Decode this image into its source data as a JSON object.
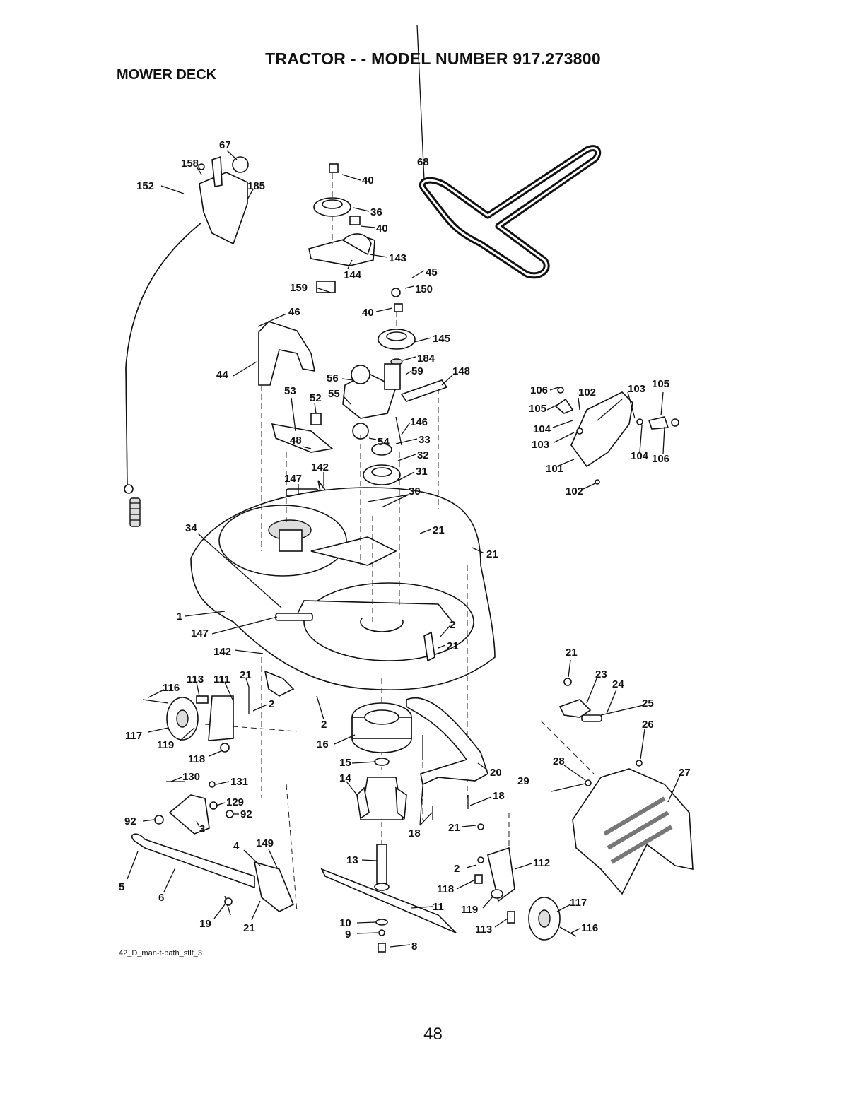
{
  "header": {
    "title": "TRACTOR - - MODEL NUMBER 917.273800",
    "subtitle": "MOWER DECK"
  },
  "footer": {
    "drawing_code": "42_D_man-t-path_stlt_3",
    "page_number": "48"
  },
  "callouts": [
    {
      "id": "c67",
      "text": "67"
    },
    {
      "id": "c158",
      "text": "158"
    },
    {
      "id": "c185",
      "text": "185"
    },
    {
      "id": "c152",
      "text": "152"
    },
    {
      "id": "c40a",
      "text": "40"
    },
    {
      "id": "c36",
      "text": "36"
    },
    {
      "id": "c40b",
      "text": "40"
    },
    {
      "id": "c143",
      "text": "143"
    },
    {
      "id": "c144",
      "text": "144"
    },
    {
      "id": "c159",
      "text": "159"
    },
    {
      "id": "c45",
      "text": "45"
    },
    {
      "id": "c150",
      "text": "150"
    },
    {
      "id": "c40c",
      "text": "40"
    },
    {
      "id": "c68",
      "text": "68"
    },
    {
      "id": "c46",
      "text": "46"
    },
    {
      "id": "c44",
      "text": "44"
    },
    {
      "id": "c145",
      "text": "145"
    },
    {
      "id": "c184",
      "text": "184"
    },
    {
      "id": "c56",
      "text": "56"
    },
    {
      "id": "c59",
      "text": "59"
    },
    {
      "id": "c148",
      "text": "148"
    },
    {
      "id": "c53",
      "text": "53"
    },
    {
      "id": "c52",
      "text": "52"
    },
    {
      "id": "c55",
      "text": "55"
    },
    {
      "id": "c146",
      "text": "146"
    },
    {
      "id": "c48",
      "text": "48"
    },
    {
      "id": "c54",
      "text": "54"
    },
    {
      "id": "c33",
      "text": "33"
    },
    {
      "id": "c32",
      "text": "32"
    },
    {
      "id": "c31",
      "text": "31"
    },
    {
      "id": "c147a",
      "text": "147"
    },
    {
      "id": "c142a",
      "text": "142"
    },
    {
      "id": "c30",
      "text": "30"
    },
    {
      "id": "c21a",
      "text": "21"
    },
    {
      "id": "c21b",
      "text": "21"
    },
    {
      "id": "c34",
      "text": "34"
    },
    {
      "id": "c1",
      "text": "1"
    },
    {
      "id": "c147b",
      "text": "147"
    },
    {
      "id": "c142b",
      "text": "142"
    },
    {
      "id": "c2a",
      "text": "2"
    },
    {
      "id": "c21c",
      "text": "21"
    },
    {
      "id": "c106a",
      "text": "106"
    },
    {
      "id": "c102a",
      "text": "102"
    },
    {
      "id": "c103a",
      "text": "103"
    },
    {
      "id": "c105a",
      "text": "105"
    },
    {
      "id": "c105b",
      "text": "105"
    },
    {
      "id": "c104a",
      "text": "104"
    },
    {
      "id": "c103b",
      "text": "103"
    },
    {
      "id": "c104b",
      "text": "104"
    },
    {
      "id": "c106b",
      "text": "106"
    },
    {
      "id": "c101",
      "text": "101"
    },
    {
      "id": "c102b",
      "text": "102"
    },
    {
      "id": "c21d",
      "text": "21"
    },
    {
      "id": "c23",
      "text": "23"
    },
    {
      "id": "c24",
      "text": "24"
    },
    {
      "id": "c25",
      "text": "25"
    },
    {
      "id": "c26",
      "text": "26"
    },
    {
      "id": "c28",
      "text": "28"
    },
    {
      "id": "c27",
      "text": "27"
    },
    {
      "id": "c29",
      "text": "29"
    },
    {
      "id": "c113a",
      "text": "113"
    },
    {
      "id": "c111",
      "text": "111"
    },
    {
      "id": "c21e",
      "text": "21"
    },
    {
      "id": "c116a",
      "text": "116"
    },
    {
      "id": "c2b",
      "text": "2"
    },
    {
      "id": "c117a",
      "text": "117"
    },
    {
      "id": "c119a",
      "text": "119"
    },
    {
      "id": "c118a",
      "text": "118"
    },
    {
      "id": "c2c",
      "text": "2"
    },
    {
      "id": "c16",
      "text": "16"
    },
    {
      "id": "c15",
      "text": "15"
    },
    {
      "id": "c14",
      "text": "14"
    },
    {
      "id": "c20",
      "text": "20"
    },
    {
      "id": "c18a",
      "text": "18"
    },
    {
      "id": "c18b",
      "text": "18"
    },
    {
      "id": "c21f",
      "text": "21"
    },
    {
      "id": "c130",
      "text": "130"
    },
    {
      "id": "c131",
      "text": "131"
    },
    {
      "id": "c129",
      "text": "129"
    },
    {
      "id": "c92a",
      "text": "92"
    },
    {
      "id": "c92b",
      "text": "92"
    },
    {
      "id": "c3",
      "text": "3"
    },
    {
      "id": "c4",
      "text": "4"
    },
    {
      "id": "c149",
      "text": "149"
    },
    {
      "id": "c5",
      "text": "5"
    },
    {
      "id": "c6",
      "text": "6"
    },
    {
      "id": "c19",
      "text": "19"
    },
    {
      "id": "c21g",
      "text": "21"
    },
    {
      "id": "c13",
      "text": "13"
    },
    {
      "id": "c2d",
      "text": "2"
    },
    {
      "id": "c112",
      "text": "112"
    },
    {
      "id": "c118b",
      "text": "118"
    },
    {
      "id": "c11",
      "text": "11"
    },
    {
      "id": "c119b",
      "text": "119"
    },
    {
      "id": "c117b",
      "text": "117"
    },
    {
      "id": "c10",
      "text": "10"
    },
    {
      "id": "c9",
      "text": "9"
    },
    {
      "id": "c113b",
      "text": "113"
    },
    {
      "id": "c116b",
      "text": "116"
    },
    {
      "id": "c8",
      "text": "8"
    }
  ]
}
